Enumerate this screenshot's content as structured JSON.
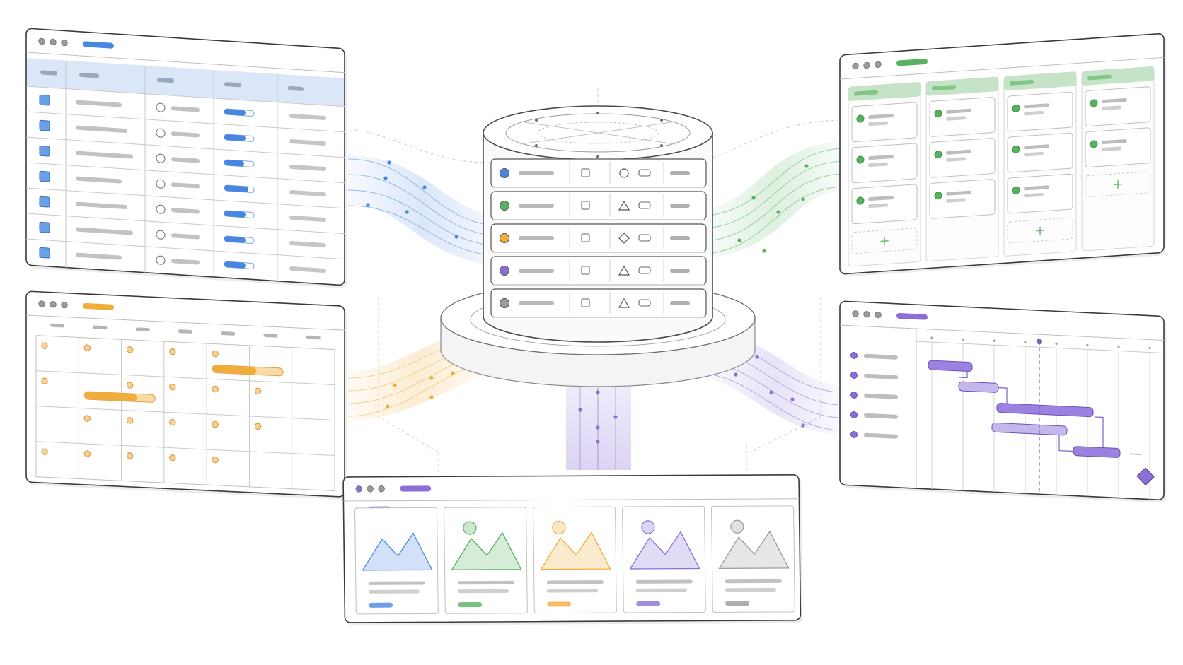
{
  "accents": {
    "blue": "#4a86e0",
    "green": "#58b15e",
    "orange": "#f0ad3c",
    "purple": "#8b6fd6",
    "gray": "#9a9a9a"
  },
  "views": [
    {
      "id": "grid-view",
      "kind": "table",
      "accent": "blue",
      "rows": 7
    },
    {
      "id": "kanban-view",
      "kind": "kanban",
      "accent": "green",
      "columns": 4,
      "cards_per_column": [
        3,
        3,
        3,
        2
      ]
    },
    {
      "id": "calendar-view",
      "kind": "calendar",
      "accent": "orange",
      "weeks": 4,
      "days": 7
    },
    {
      "id": "timeline-view",
      "kind": "gantt",
      "accent": "purple",
      "tasks": 5
    },
    {
      "id": "gallery-view",
      "kind": "gallery",
      "accent": "purple",
      "cards": 5,
      "card_accents": [
        "blue",
        "green",
        "orange",
        "purple",
        "gray"
      ]
    }
  ],
  "database": {
    "records": 5,
    "record_accents": [
      "blue",
      "green",
      "orange",
      "purple",
      "gray"
    ],
    "record_shapes": [
      "circle",
      "triangle",
      "diamond",
      "triangle",
      "triangle"
    ]
  },
  "icons": {
    "add": "+",
    "window_controls": [
      "close",
      "minimize",
      "maximize"
    ]
  }
}
